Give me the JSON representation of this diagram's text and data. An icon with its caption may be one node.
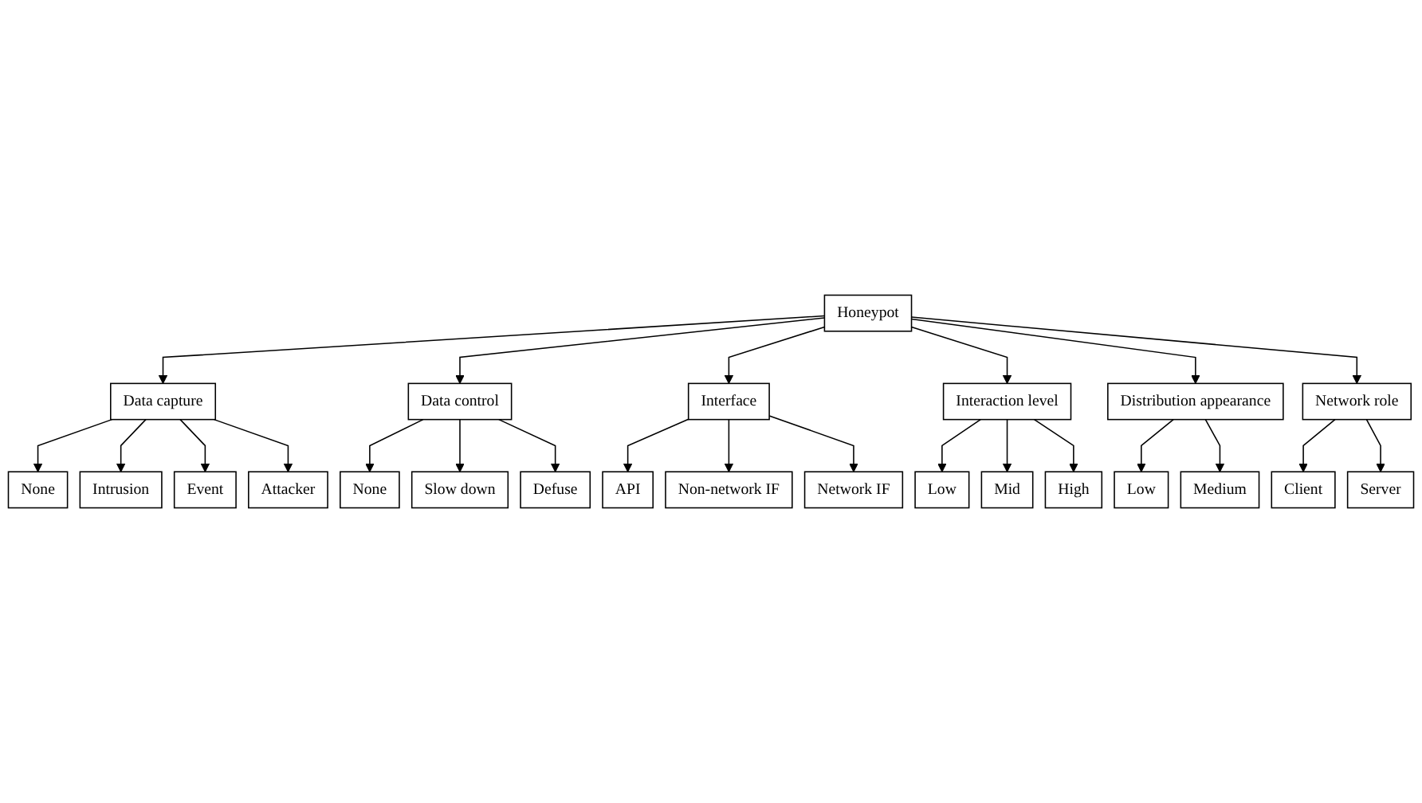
{
  "diagram": {
    "nodes": [
      {
        "text": [
          "Honeypot"
        ]
      },
      {
        "text": [
          "Data capture"
        ]
      },
      {
        "text": [
          "Data control"
        ]
      },
      {
        "text": [
          "Interface"
        ]
      },
      {
        "text": [
          "Interaction level"
        ]
      },
      {
        "text": [
          "Distribution appearance"
        ]
      },
      {
        "text": [
          "Network role"
        ]
      },
      {
        "text": [
          "None"
        ]
      },
      {
        "text": [
          "Intrusion"
        ]
      },
      {
        "text": [
          "Event"
        ]
      },
      {
        "text": [
          "Attacker"
        ]
      },
      {
        "text": [
          "None"
        ]
      },
      {
        "text": [
          "Slow down"
        ]
      },
      {
        "text": [
          "Defuse"
        ]
      },
      {
        "text": [
          "API"
        ]
      },
      {
        "text": [
          "Non-network IF"
        ]
      },
      {
        "text": [
          "Network IF"
        ]
      },
      {
        "text": [
          "Low"
        ]
      },
      {
        "text": [
          "Mid"
        ]
      },
      {
        "text": [
          "High"
        ]
      },
      {
        "text": [
          "Low"
        ]
      },
      {
        "text": [
          "Medium"
        ]
      },
      {
        "text": [
          "Client"
        ]
      },
      {
        "text": [
          "Server"
        ]
      }
    ],
    "edges": [
      {
        "from": 0,
        "to": 1,
        "arrow": "to"
      },
      {
        "from": 0,
        "to": 2,
        "arrow": "to"
      },
      {
        "from": 0,
        "to": 3,
        "arrow": "to"
      },
      {
        "from": 0,
        "to": 4,
        "arrow": "to"
      },
      {
        "from": 0,
        "to": 5,
        "arrow": "to"
      },
      {
        "from": 0,
        "to": 6,
        "arrow": "to"
      },
      {
        "from": 1,
        "to": 7,
        "arrow": "to"
      },
      {
        "from": 1,
        "to": 8,
        "arrow": "to"
      },
      {
        "from": 1,
        "to": 9,
        "arrow": "to"
      },
      {
        "from": 1,
        "to": 10,
        "arrow": "to"
      },
      {
        "from": 2,
        "to": 11,
        "arrow": "to"
      },
      {
        "from": 2,
        "to": 12,
        "arrow": "to"
      },
      {
        "from": 2,
        "to": 13,
        "arrow": "to"
      },
      {
        "from": 3,
        "to": 14,
        "arrow": "to"
      },
      {
        "from": 3,
        "to": 15,
        "arrow": "to"
      },
      {
        "from": 3,
        "to": 16,
        "arrow": "to"
      },
      {
        "from": 4,
        "to": 17,
        "arrow": "to"
      },
      {
        "from": 4,
        "to": 18,
        "arrow": "to"
      },
      {
        "from": 4,
        "to": 19,
        "arrow": "to"
      },
      {
        "from": 5,
        "to": 20,
        "arrow": "to"
      },
      {
        "from": 5,
        "to": 21,
        "arrow": "to"
      },
      {
        "from": 6,
        "to": 22,
        "arrow": "to"
      },
      {
        "from": 6,
        "to": 23,
        "arrow": "to"
      }
    ]
  }
}
